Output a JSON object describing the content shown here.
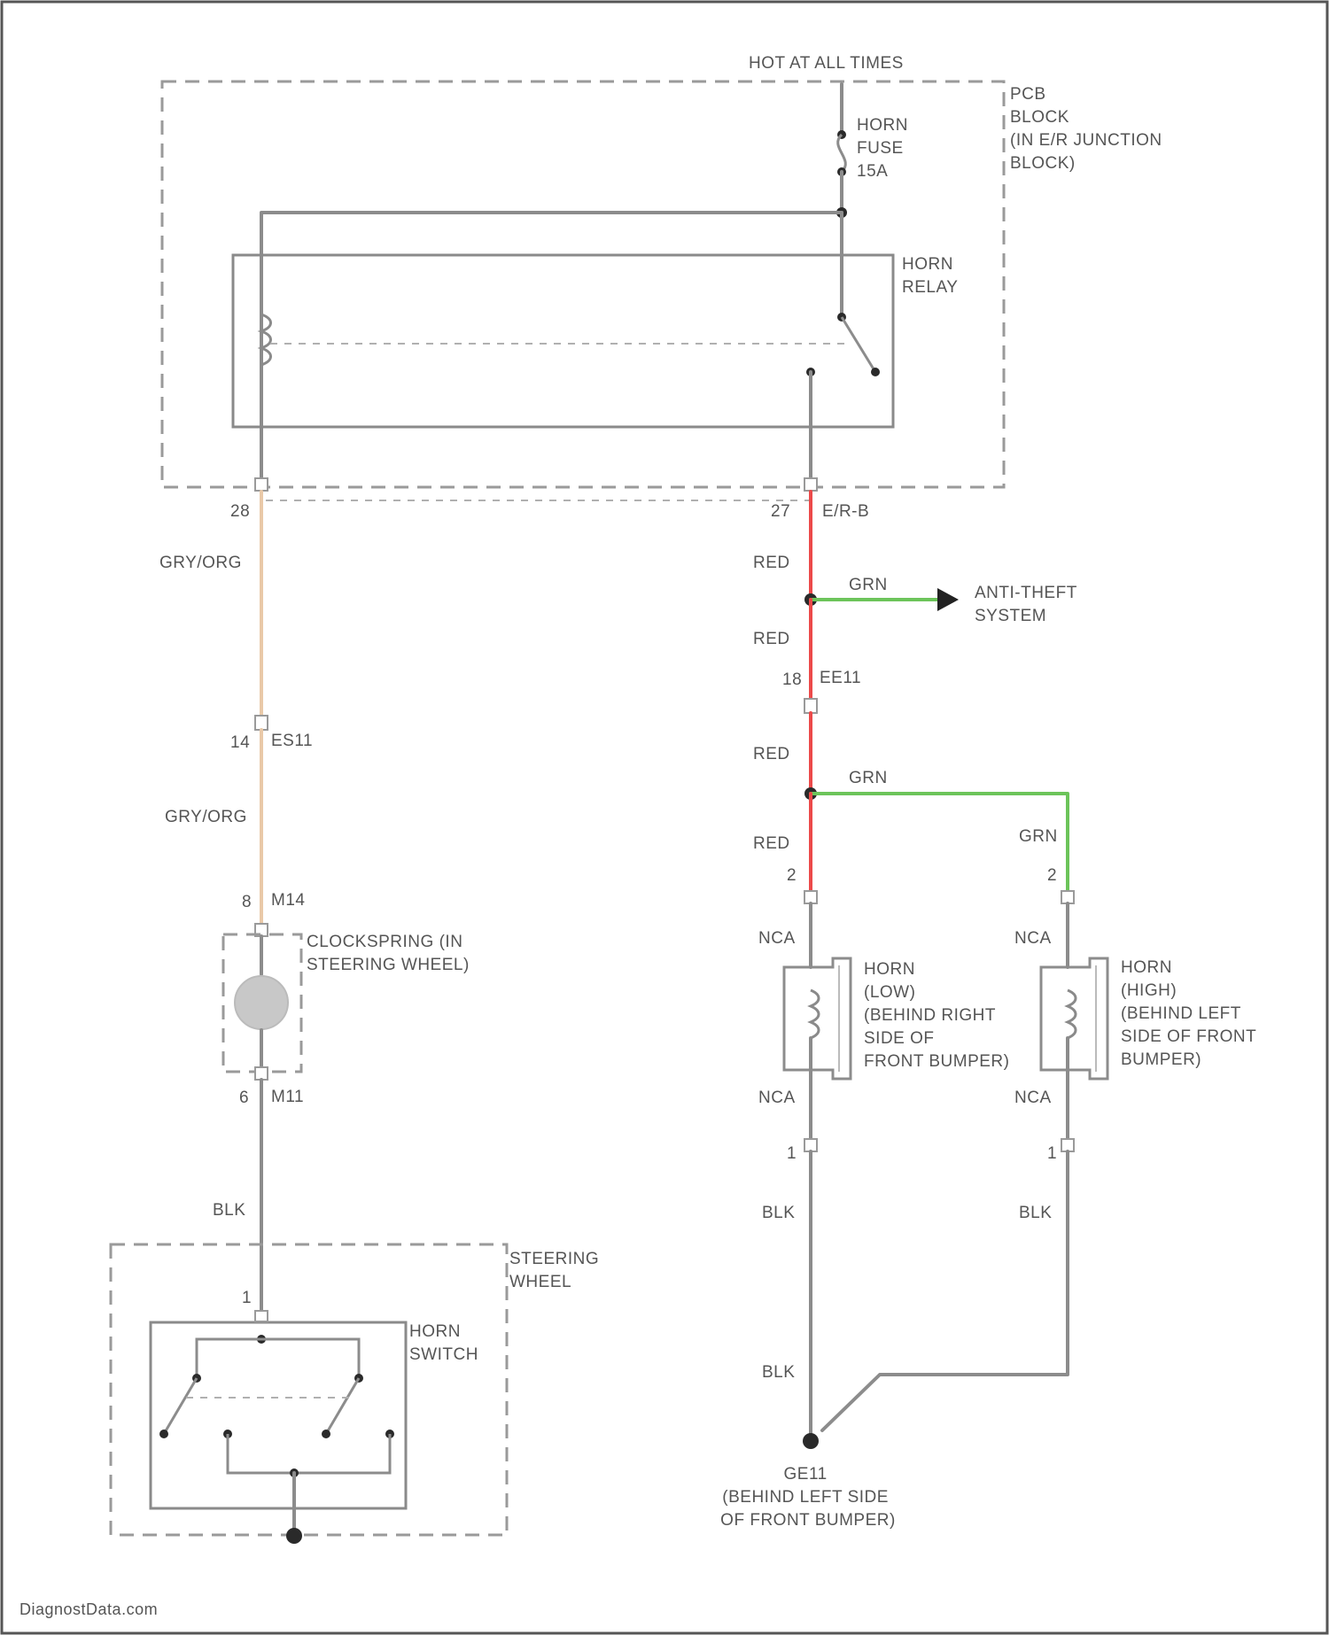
{
  "colors": {
    "wire_default": "#8c8c8c",
    "wire_red": "#ec4a4a",
    "wire_green": "#6cc45a",
    "wire_orange": "#e9c9a8",
    "frame": "#555555"
  },
  "labels": {
    "power_source": "HOT AT ALL TIMES",
    "pcb_block": [
      "PCB",
      "BLOCK",
      "(IN E/R JUNCTION",
      "BLOCK)"
    ],
    "horn_fuse": [
      "HORN",
      "FUSE",
      "15A"
    ],
    "horn_relay": [
      "HORN",
      "RELAY"
    ],
    "pin_28": "28",
    "pin_27": "27",
    "conn_erb": "E/R-B",
    "wire_gry_org_1": "GRY/ORG",
    "wire_red_1": "RED",
    "wire_grn_1": "GRN",
    "anti_theft": [
      "ANTI-THEFT",
      "SYSTEM"
    ],
    "wire_red_2": "RED",
    "pin_18": "18",
    "conn_ee11": "EE11",
    "pin_14": "14",
    "conn_ess11": "ES11",
    "wire_gry_org_2": "GRY/ORG",
    "wire_red_3": "RED",
    "wire_grn_2": "GRN",
    "wire_red_4": "RED",
    "wire_grn_3": "GRN",
    "pin_2_low": "2",
    "pin_2_high": "2",
    "pin_8": "8",
    "conn_m14": "M14",
    "clockspring": [
      "CLOCKSPRING (IN",
      "STEERING WHEEL)"
    ],
    "nca_low_top": "NCA",
    "nca_high_top": "NCA",
    "horn_low": [
      "HORN",
      "(LOW)",
      "(BEHIND RIGHT",
      "SIDE OF",
      "FRONT BUMPER)"
    ],
    "horn_high": [
      "HORN",
      "(HIGH)",
      "(BEHIND LEFT",
      "SIDE OF FRONT",
      "BUMPER)"
    ],
    "pin_6": "6",
    "conn_m11": "M11",
    "nca_low_bottom": "NCA",
    "nca_high_bottom": "NCA",
    "pin_1_low": "1",
    "pin_1_high": "1",
    "wire_blk_1": "BLK",
    "wire_blk_2": "BLK",
    "wire_blk_3": "BLK",
    "steering_wheel": [
      "STEERING",
      "WHEEL"
    ],
    "pin_1_switch": "1",
    "horn_switch": [
      "HORN",
      "SWITCH"
    ],
    "wire_blk_4": "BLK",
    "ground_ge11": [
      "GE11",
      "(BEHIND LEFT SIDE",
      "OF FRONT BUMPER)"
    ],
    "watermark": "DiagnostData.com"
  }
}
